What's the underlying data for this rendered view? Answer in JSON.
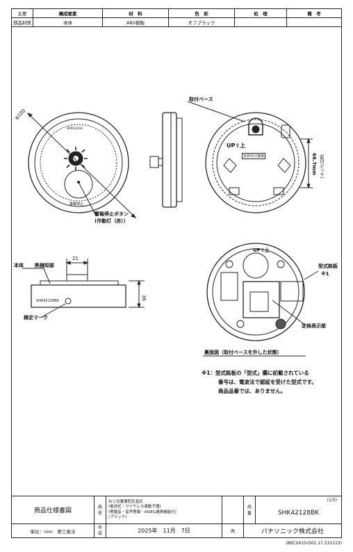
{
  "header_table": {
    "row1": {
      "c1": "主要",
      "c2": "構成要素",
      "c3": "材　料",
      "c4": "色　彩",
      "c5": "処　理",
      "c6": "備　考"
    },
    "row2": {
      "c1": "部品材質",
      "c2": "本体",
      "c3": "ABS樹脂",
      "c4": "オフブラック",
      "c5": "",
      "c6": ""
    }
  },
  "front_view": {
    "dia_label": "φ100",
    "wireless_text": "WIRELESS",
    "stop_text": "警報停止",
    "callout_line1": "警報停止ボタン",
    "callout_line2": "(作動灯（赤））"
  },
  "base_view": {
    "title": "取付ベース",
    "up_label": "UP⇧上",
    "tenjo_label": "天井付け専用",
    "dim_value": "66.7mm",
    "dim_sub": "(取付ピッチ)"
  },
  "side_view": {
    "body_label": "本体",
    "sensor_label": "熱検知部",
    "dim_width": "21",
    "dim_height": "36",
    "inspect_label": "検定マーク",
    "model_band": "SHK42128BK"
  },
  "back_view": {
    "up_label": "UP⇧上",
    "plate_label1": "型式銘板",
    "plate_label2": "※1",
    "rating_label": "定格表示部",
    "caption": "裏面図（取付ベースを外した状態）"
  },
  "notes": {
    "line1": "※1：型式銘板の「型式」欄に記載されている",
    "line2": "番号は、電波法で認証を受けた型式です。",
    "line3": "商品品番では、ありません。"
  },
  "footer": {
    "doc_title": "商品仕様書図",
    "hin_label1": "品",
    "hin_label2": "名",
    "product_line1": "ねつ当番薄型定温式",
    "product_line2": "(電池式・ワイヤレス連動子器)",
    "product_line3": "(警報音・音声警報・AISEG連携機能付)",
    "product_line4": "(ブラック)",
    "ban_label1": "品",
    "ban_label2": "番",
    "page_no": "(1/5)",
    "model_no": "SHK42128BK",
    "unit": "単位：mm　第三角法",
    "sakusei1": "作",
    "sakusei2": "成",
    "date": "2025年　11月　7日",
    "kai": "改",
    "company": "パナソニック株式会社",
    "doc_code": "(BKC0410-D01.17.231115)"
  }
}
